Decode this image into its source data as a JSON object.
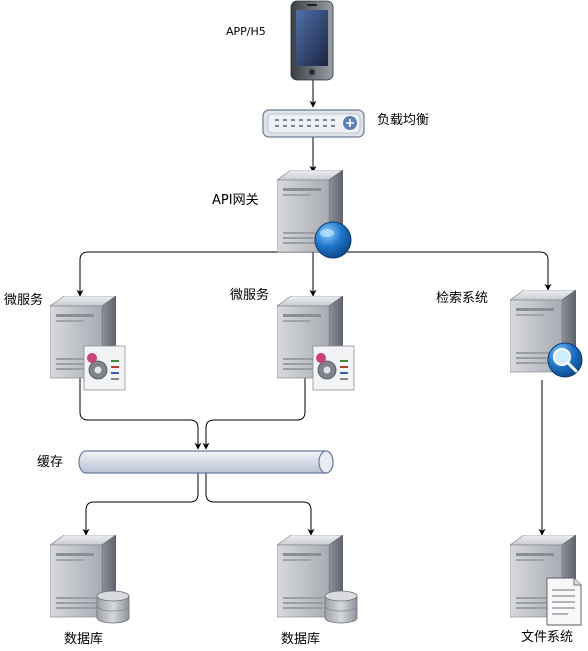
{
  "nodes": {
    "client": "APP/H5",
    "load_balancer": "负载均衡",
    "api_gateway": "API网关",
    "microservice_1": "微服务",
    "microservice_2": "微服务",
    "search_system": "检索系统",
    "cache": "缓存",
    "database_1": "数据库",
    "database_2": "数据库",
    "file_system": "文件系统"
  },
  "edges": [
    {
      "from": "client",
      "to": "load_balancer"
    },
    {
      "from": "load_balancer",
      "to": "api_gateway"
    },
    {
      "from": "api_gateway",
      "to": "microservice_1"
    },
    {
      "from": "api_gateway",
      "to": "microservice_2"
    },
    {
      "from": "api_gateway",
      "to": "search_system"
    },
    {
      "from": "microservice_1",
      "to": "cache"
    },
    {
      "from": "microservice_2",
      "to": "cache"
    },
    {
      "from": "cache",
      "to": "database_1"
    },
    {
      "from": "cache",
      "to": "database_2"
    },
    {
      "from": "search_system",
      "to": "file_system"
    }
  ],
  "colors": {
    "server_body": "#b4b6bc",
    "server_dark": "#6f737b",
    "globe_blue": "#1e73c8",
    "edge": "#000000",
    "cache_pipe": "#dde3ee",
    "pipe_stroke": "#6a7aa0"
  }
}
